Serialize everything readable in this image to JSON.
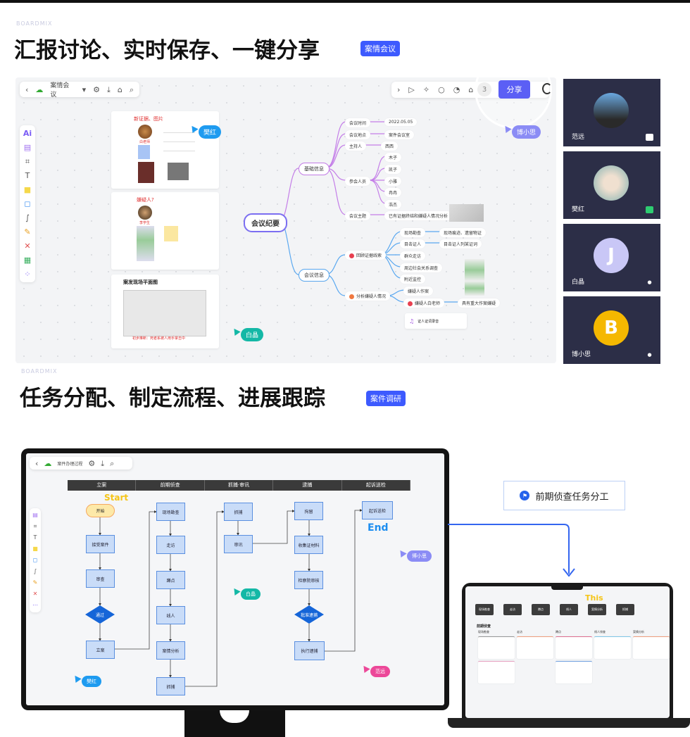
{
  "section1": {
    "brand": "BOARDMIX",
    "title": "汇报讨论、实时保存、一键分享",
    "badge": "案情会议",
    "toolbar": {
      "board_name": "案情会议",
      "share_label": "分享",
      "online_count": "3"
    },
    "cards": {
      "card3_title": "案发现场平面图",
      "card1_handwriting": "新证据、图片",
      "card2_handwriting": "嫌疑人?",
      "card3_handwriting": "初步推断：死者系被人用手掌击中",
      "card1_person": "白老师",
      "card2_person": "李学生"
    },
    "mindmap": {
      "root": "会议纪要",
      "branch_basic": "基础信息",
      "branch_meeting": "会议信息",
      "basic_items": [
        {
          "label": "会议时间",
          "value": "2022.05.05"
        },
        {
          "label": "会议地点",
          "value": "案件会议室"
        },
        {
          "label": "主持人",
          "value": "西西"
        },
        {
          "label": "参会人员"
        },
        {
          "label": "会议主题",
          "value": "已有证据终结和嫌疑人情况分析"
        }
      ],
      "participants": [
        "木子",
        "凯子",
        "小雅",
        "冉冉",
        "浩杰"
      ],
      "review": {
        "label": "回顾证据线索",
        "items": [
          "现场勘查",
          "目击证人",
          "群众走访",
          "周边社会关系调查",
          "附近监控"
        ],
        "values": [
          "现场痕迹、遗留物证",
          "目击证人列某证词"
        ]
      },
      "analysis": {
        "label": "分析嫌疑人情况",
        "items": [
          "嫌疑人作案",
          "嫌疑人白老师"
        ],
        "value": "具有重大作案嫌疑"
      },
      "audio_card": "证人证词录音"
    },
    "cursors": [
      "樊红",
      "白晶",
      "博小思"
    ],
    "video": [
      {
        "name": "范远"
      },
      {
        "name": "樊红"
      },
      {
        "name": "白晶",
        "initial": "J"
      },
      {
        "name": "博小思",
        "initial": "B"
      }
    ]
  },
  "section2": {
    "brand": "BOARDMIX",
    "title": "任务分配、制定流程、进展跟踪",
    "badge": "案件调研",
    "board_name": "案件办理过程",
    "columns": [
      "立案",
      "前期侦查",
      "抓捕·审讯",
      "逮捕",
      "起诉送检"
    ],
    "col1": [
      "开始",
      "接受案件",
      "审查",
      "通过",
      "立案"
    ],
    "col2": [
      "现场勘查",
      "走访",
      "蹲点",
      "线人",
      "案情分析",
      "抓捕"
    ],
    "col3": [
      "抓捕",
      "审讯"
    ],
    "col4": [
      "拘留",
      "收集证材料",
      "检察院审核",
      "批准逮捕",
      "执行逮捕"
    ],
    "col5": [
      "起诉送检"
    ],
    "stickers": {
      "start": "Start",
      "end": "End",
      "this": "This"
    },
    "cursors": [
      "白晶",
      "博小思",
      "樊红",
      "范远"
    ],
    "note": "前期侦查任务分工",
    "laptop": {
      "steps": [
        "现场勘查",
        "走访",
        "蹲点",
        "线人",
        "案情分析",
        "抓捕"
      ],
      "board_title": "前期侦查",
      "kanban_columns": [
        "现场勘查",
        "走访",
        "蹲点",
        "线人排查",
        "案情分析"
      ]
    }
  }
}
